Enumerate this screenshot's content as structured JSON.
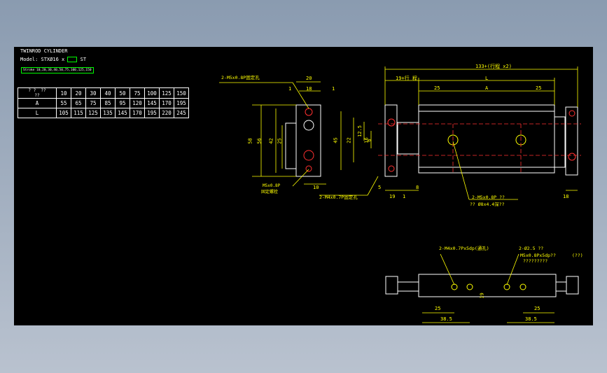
{
  "title": "TWINROD CYLINDER",
  "model_prefix": "Model: STXØ16 x",
  "model_suffix": "ST",
  "stroke_label": "Stroke",
  "stroke_values": "10,20,30,40,50,75,100,125,150",
  "table": {
    "header": [
      "10",
      "20",
      "30",
      "40",
      "50",
      "75",
      "100",
      "125",
      "150"
    ],
    "rows": [
      {
        "label": "A",
        "values": [
          "55",
          "65",
          "75",
          "85",
          "95",
          "120",
          "145",
          "170",
          "195"
        ]
      },
      {
        "label": "L",
        "values": [
          "105",
          "115",
          "125",
          "135",
          "145",
          "170",
          "195",
          "220",
          "245"
        ]
      }
    ]
  },
  "dims": {
    "d20": "20",
    "d18": "18",
    "d1a": "1",
    "d1b": "1",
    "d58a": "58",
    "d56": "56",
    "d42": "42",
    "d25": "25",
    "d10": "10",
    "d45": "45",
    "d22": "22",
    "d12_5": "12.5",
    "d16": "16",
    "d6": "6",
    "d5": "5",
    "d19b": "19",
    "d1c": "1",
    "d8": "8",
    "d18b": "18",
    "d133": "133+(行程 x2)",
    "d19": "19+行 程",
    "dL": "L",
    "d25a": "25",
    "dA": "A",
    "d25b": "25",
    "d25c": "25",
    "d38a": "38.5",
    "d25d": "25",
    "d38b": "38.5",
    "d19c": "19"
  },
  "notes": {
    "n1": "2-M5x0.8P固定孔",
    "n2": "M5x0.8P",
    "n3": "固定螺栓",
    "n4": "2-M4x0.7P固定孔",
    "n5": "2-M5x0.8P  ??",
    "n6": "?? Ø8x4.4深??",
    "n7": "2-M4x0.7Px5dp(通孔)",
    "n8": "2-Ø2.5 ??",
    "n9": "M5x0.8Px5dp??",
    "n10": "(??)",
    "n11": "?????????"
  }
}
